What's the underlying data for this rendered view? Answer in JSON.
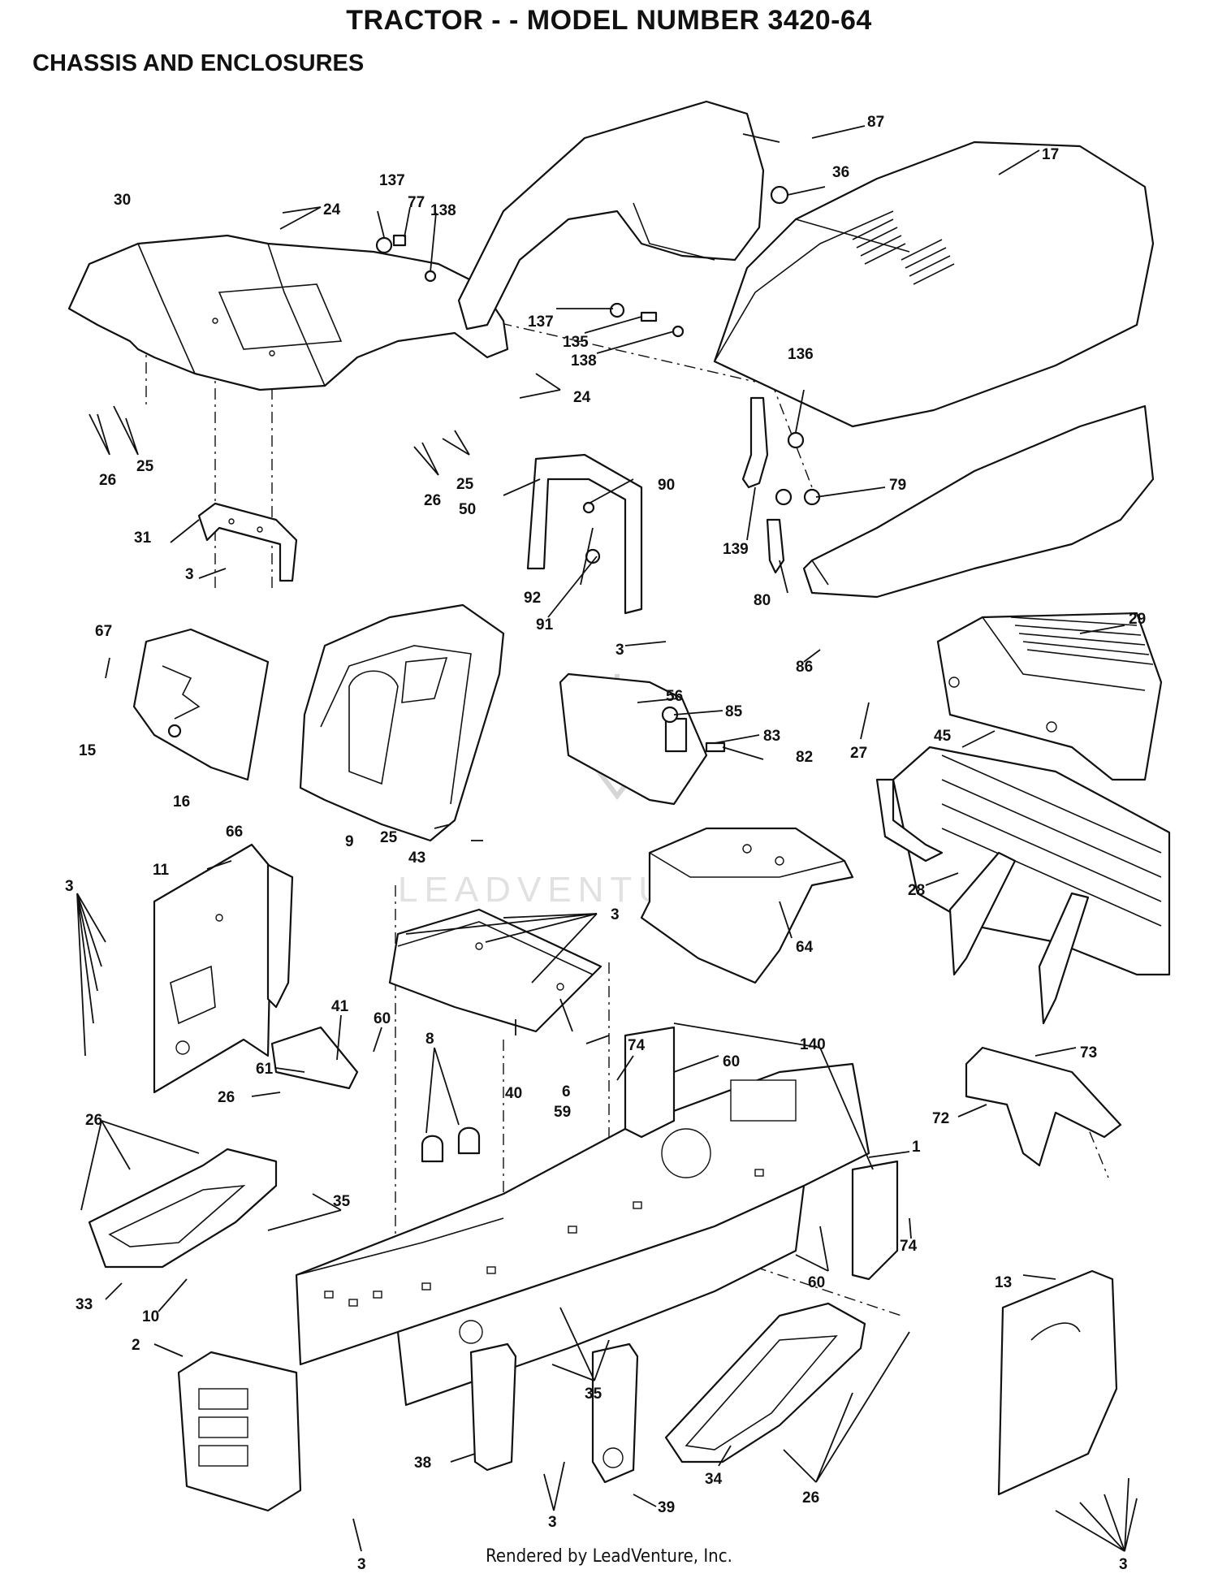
{
  "header": {
    "title": "TRACTOR - - MODEL NUMBER 3420-64",
    "subtitle": "CHASSIS AND ENCLOSURES"
  },
  "watermark": {
    "text": "LEADVENTURE"
  },
  "footer": {
    "text": "Rendered by LeadVenture, Inc."
  },
  "callouts": [
    {
      "id": "c87",
      "label": "87"
    },
    {
      "id": "c36",
      "label": "36"
    },
    {
      "id": "c17",
      "label": "17"
    },
    {
      "id": "c137a",
      "label": "137"
    },
    {
      "id": "c77",
      "label": "77"
    },
    {
      "id": "c138a",
      "label": "138"
    },
    {
      "id": "c30",
      "label": "30"
    },
    {
      "id": "c24a",
      "label": "24"
    },
    {
      "id": "c137b",
      "label": "137"
    },
    {
      "id": "c135",
      "label": "135"
    },
    {
      "id": "c138b",
      "label": "138"
    },
    {
      "id": "c136",
      "label": "136"
    },
    {
      "id": "c24b",
      "label": "24"
    },
    {
      "id": "c25a",
      "label": "25"
    },
    {
      "id": "c26a",
      "label": "26"
    },
    {
      "id": "c25b",
      "label": "25"
    },
    {
      "id": "c26b",
      "label": "26"
    },
    {
      "id": "c90",
      "label": "90"
    },
    {
      "id": "c50",
      "label": "50"
    },
    {
      "id": "c79",
      "label": "79"
    },
    {
      "id": "c139",
      "label": "139"
    },
    {
      "id": "c31",
      "label": "31"
    },
    {
      "id": "c3a",
      "label": "3"
    },
    {
      "id": "c92",
      "label": "92"
    },
    {
      "id": "c91",
      "label": "91"
    },
    {
      "id": "c80",
      "label": "80"
    },
    {
      "id": "c3b",
      "label": "3"
    },
    {
      "id": "c86",
      "label": "86"
    },
    {
      "id": "c29",
      "label": "29"
    },
    {
      "id": "c67",
      "label": "67"
    },
    {
      "id": "c56",
      "label": "56"
    },
    {
      "id": "c85",
      "label": "85"
    },
    {
      "id": "c83",
      "label": "83"
    },
    {
      "id": "c82",
      "label": "82"
    },
    {
      "id": "c27",
      "label": "27"
    },
    {
      "id": "c45",
      "label": "45"
    },
    {
      "id": "c15",
      "label": "15"
    },
    {
      "id": "c16",
      "label": "16"
    },
    {
      "id": "c66",
      "label": "66"
    },
    {
      "id": "c25c",
      "label": "25"
    },
    {
      "id": "c9",
      "label": "9"
    },
    {
      "id": "c43",
      "label": "43"
    },
    {
      "id": "c11",
      "label": "11"
    },
    {
      "id": "c3c",
      "label": "3"
    },
    {
      "id": "c3d",
      "label": "3"
    },
    {
      "id": "c64",
      "label": "64"
    },
    {
      "id": "c28",
      "label": "28"
    },
    {
      "id": "c41",
      "label": "41"
    },
    {
      "id": "c60a",
      "label": "60"
    },
    {
      "id": "c74a",
      "label": "74"
    },
    {
      "id": "c140",
      "label": "140"
    },
    {
      "id": "c60b",
      "label": "60"
    },
    {
      "id": "c73",
      "label": "73"
    },
    {
      "id": "c61",
      "label": "61"
    },
    {
      "id": "c26c",
      "label": "26"
    },
    {
      "id": "c8",
      "label": "8"
    },
    {
      "id": "c40",
      "label": "40"
    },
    {
      "id": "c6",
      "label": "6"
    },
    {
      "id": "c59",
      "label": "59"
    },
    {
      "id": "c72",
      "label": "72"
    },
    {
      "id": "c26d",
      "label": "26"
    },
    {
      "id": "c1",
      "label": "1"
    },
    {
      "id": "c35a",
      "label": "35"
    },
    {
      "id": "c74b",
      "label": "74"
    },
    {
      "id": "c60c",
      "label": "60"
    },
    {
      "id": "c33",
      "label": "33"
    },
    {
      "id": "c10",
      "label": "10"
    },
    {
      "id": "c13",
      "label": "13"
    },
    {
      "id": "c2",
      "label": "2"
    },
    {
      "id": "c35b",
      "label": "35"
    },
    {
      "id": "c38",
      "label": "38"
    },
    {
      "id": "c3e",
      "label": "3"
    },
    {
      "id": "c39",
      "label": "39"
    },
    {
      "id": "c34",
      "label": "34"
    },
    {
      "id": "c26e",
      "label": "26"
    },
    {
      "id": "c3f",
      "label": "3"
    },
    {
      "id": "c3g",
      "label": "3"
    }
  ]
}
